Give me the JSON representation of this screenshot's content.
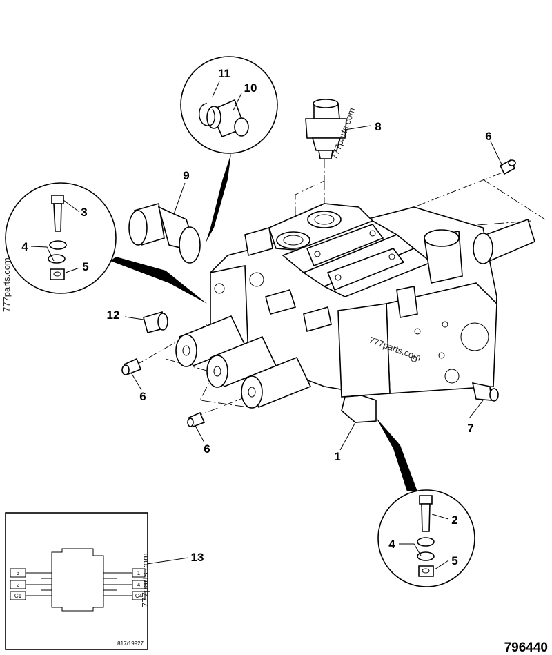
{
  "callouts": {
    "c1": "1",
    "c2": "2",
    "c3": "3",
    "c4a": "4",
    "c4b": "4",
    "c5a": "5",
    "c5b": "5",
    "c6a": "6",
    "c6b": "6",
    "c6c": "6",
    "c7": "7",
    "c8": "8",
    "c9": "9",
    "c10": "10",
    "c11": "11",
    "c12": "12",
    "c13": "13"
  },
  "schematic": {
    "ports_left": [
      "3",
      "2",
      "C1"
    ],
    "ports_right": [
      "1",
      "4",
      "C4"
    ],
    "ref": "817/19927"
  },
  "watermark": "777parts.com",
  "figure_number": "796440"
}
